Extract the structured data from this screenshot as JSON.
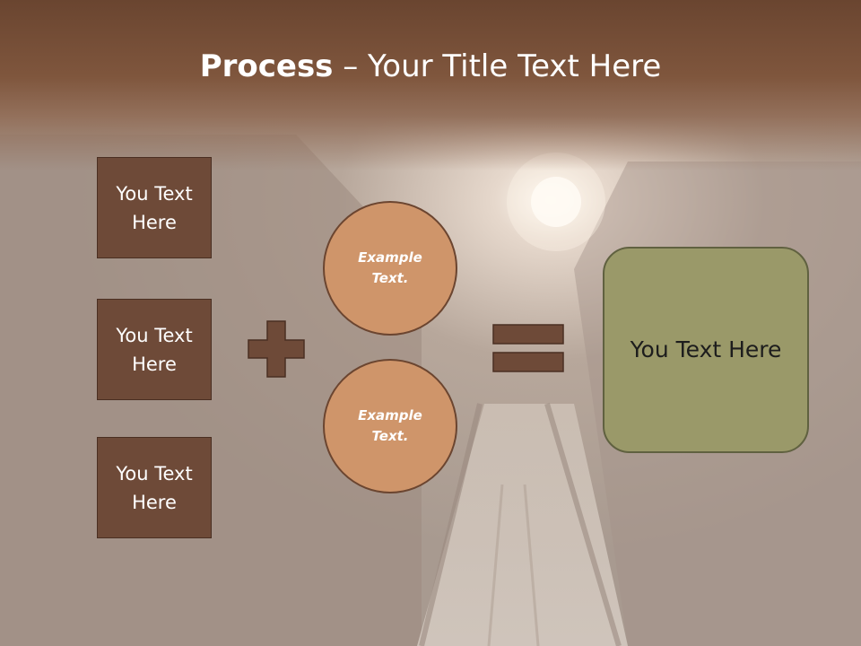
{
  "slide": {
    "title_bold": "Process",
    "title_rest": " – Your Title Text Here",
    "left_boxes": [
      {
        "text": "You Text\nHere"
      },
      {
        "text": "You Text\nHere"
      },
      {
        "text": "You Text\nHere"
      }
    ],
    "circles": [
      {
        "text": "Example\nText."
      },
      {
        "text": "Example\nText."
      }
    ],
    "result_text": "You Text Here",
    "operators": {
      "plus_icon": "plus-icon",
      "equals_icon": "equals-icon"
    }
  },
  "colors": {
    "header": "#7f563d",
    "box_fill": "#6e4a38",
    "circle_fill": "#cf956a",
    "result_fill": "#9a9969"
  }
}
